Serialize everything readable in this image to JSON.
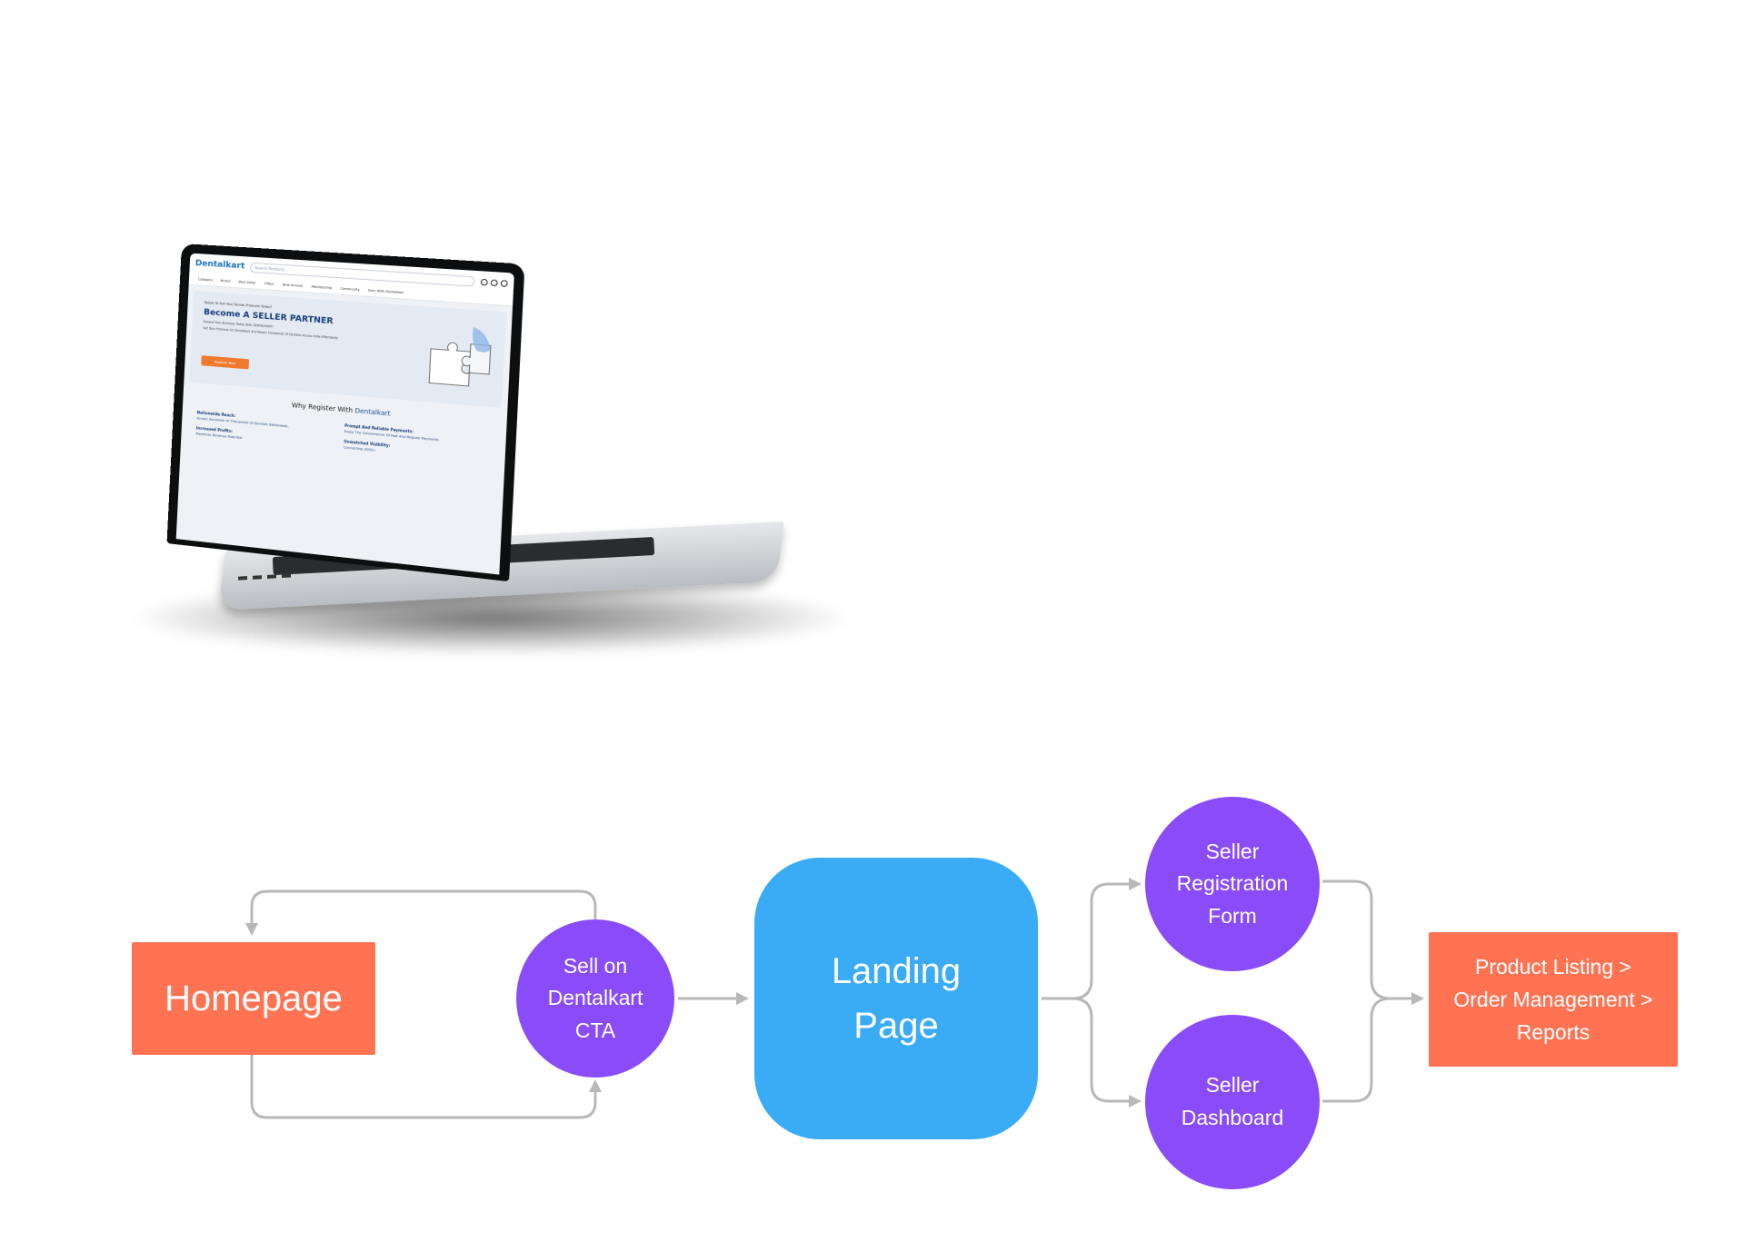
{
  "mockup": {
    "site": {
      "logo": "Dentalkart",
      "search_placeholder": "Search Products...",
      "nav": [
        "Category",
        "Brand",
        "Best Seller",
        "Offers",
        "New Arrivals",
        "Membership",
        "Community",
        "Earn With Dentalkart"
      ],
      "hero": {
        "kicker": "Ready To Sell Your Dental Products Today?",
        "title": "Become A SELLER PARTNER",
        "sub1": "Expand Your Business Today With DENTALKART!",
        "sub2": "Get Your Products On Dentalkart And Reach Thousands Of Dentists Across India Effortlessly",
        "button": "Register Now"
      },
      "why": {
        "prefix": "Why Register With",
        "brand": "Dentalkart",
        "cards": [
          {
            "title": "Nationwide Reach:",
            "text": "Access Hundreds Of Thousands Of Dentists Nationwide."
          },
          {
            "title": "Prompt And Reliable Payments:",
            "text": "Enjoy The Convenience Of Fast And Regular Payments."
          },
          {
            "title": "Increased Profits:",
            "text": "Maximize Revenue Potential"
          },
          {
            "title": "Unmatched Visibility:",
            "text": "Connecting 3000+"
          }
        ]
      }
    }
  },
  "flow": {
    "homepage": "Homepage",
    "sell_cta": "Sell on\nDentalkart\nCTA",
    "landing": "Landing\nPage",
    "seller_registration": "Seller\nRegistration\nForm",
    "seller_dashboard": "Seller\nDashboard",
    "product_flow": "Product Listing >\nOrder Management >\nReports"
  },
  "colors": {
    "coral": "#ff7352",
    "purple": "#8a4cf8",
    "blue": "#3aabf5",
    "connector": "#b8b8b8"
  }
}
